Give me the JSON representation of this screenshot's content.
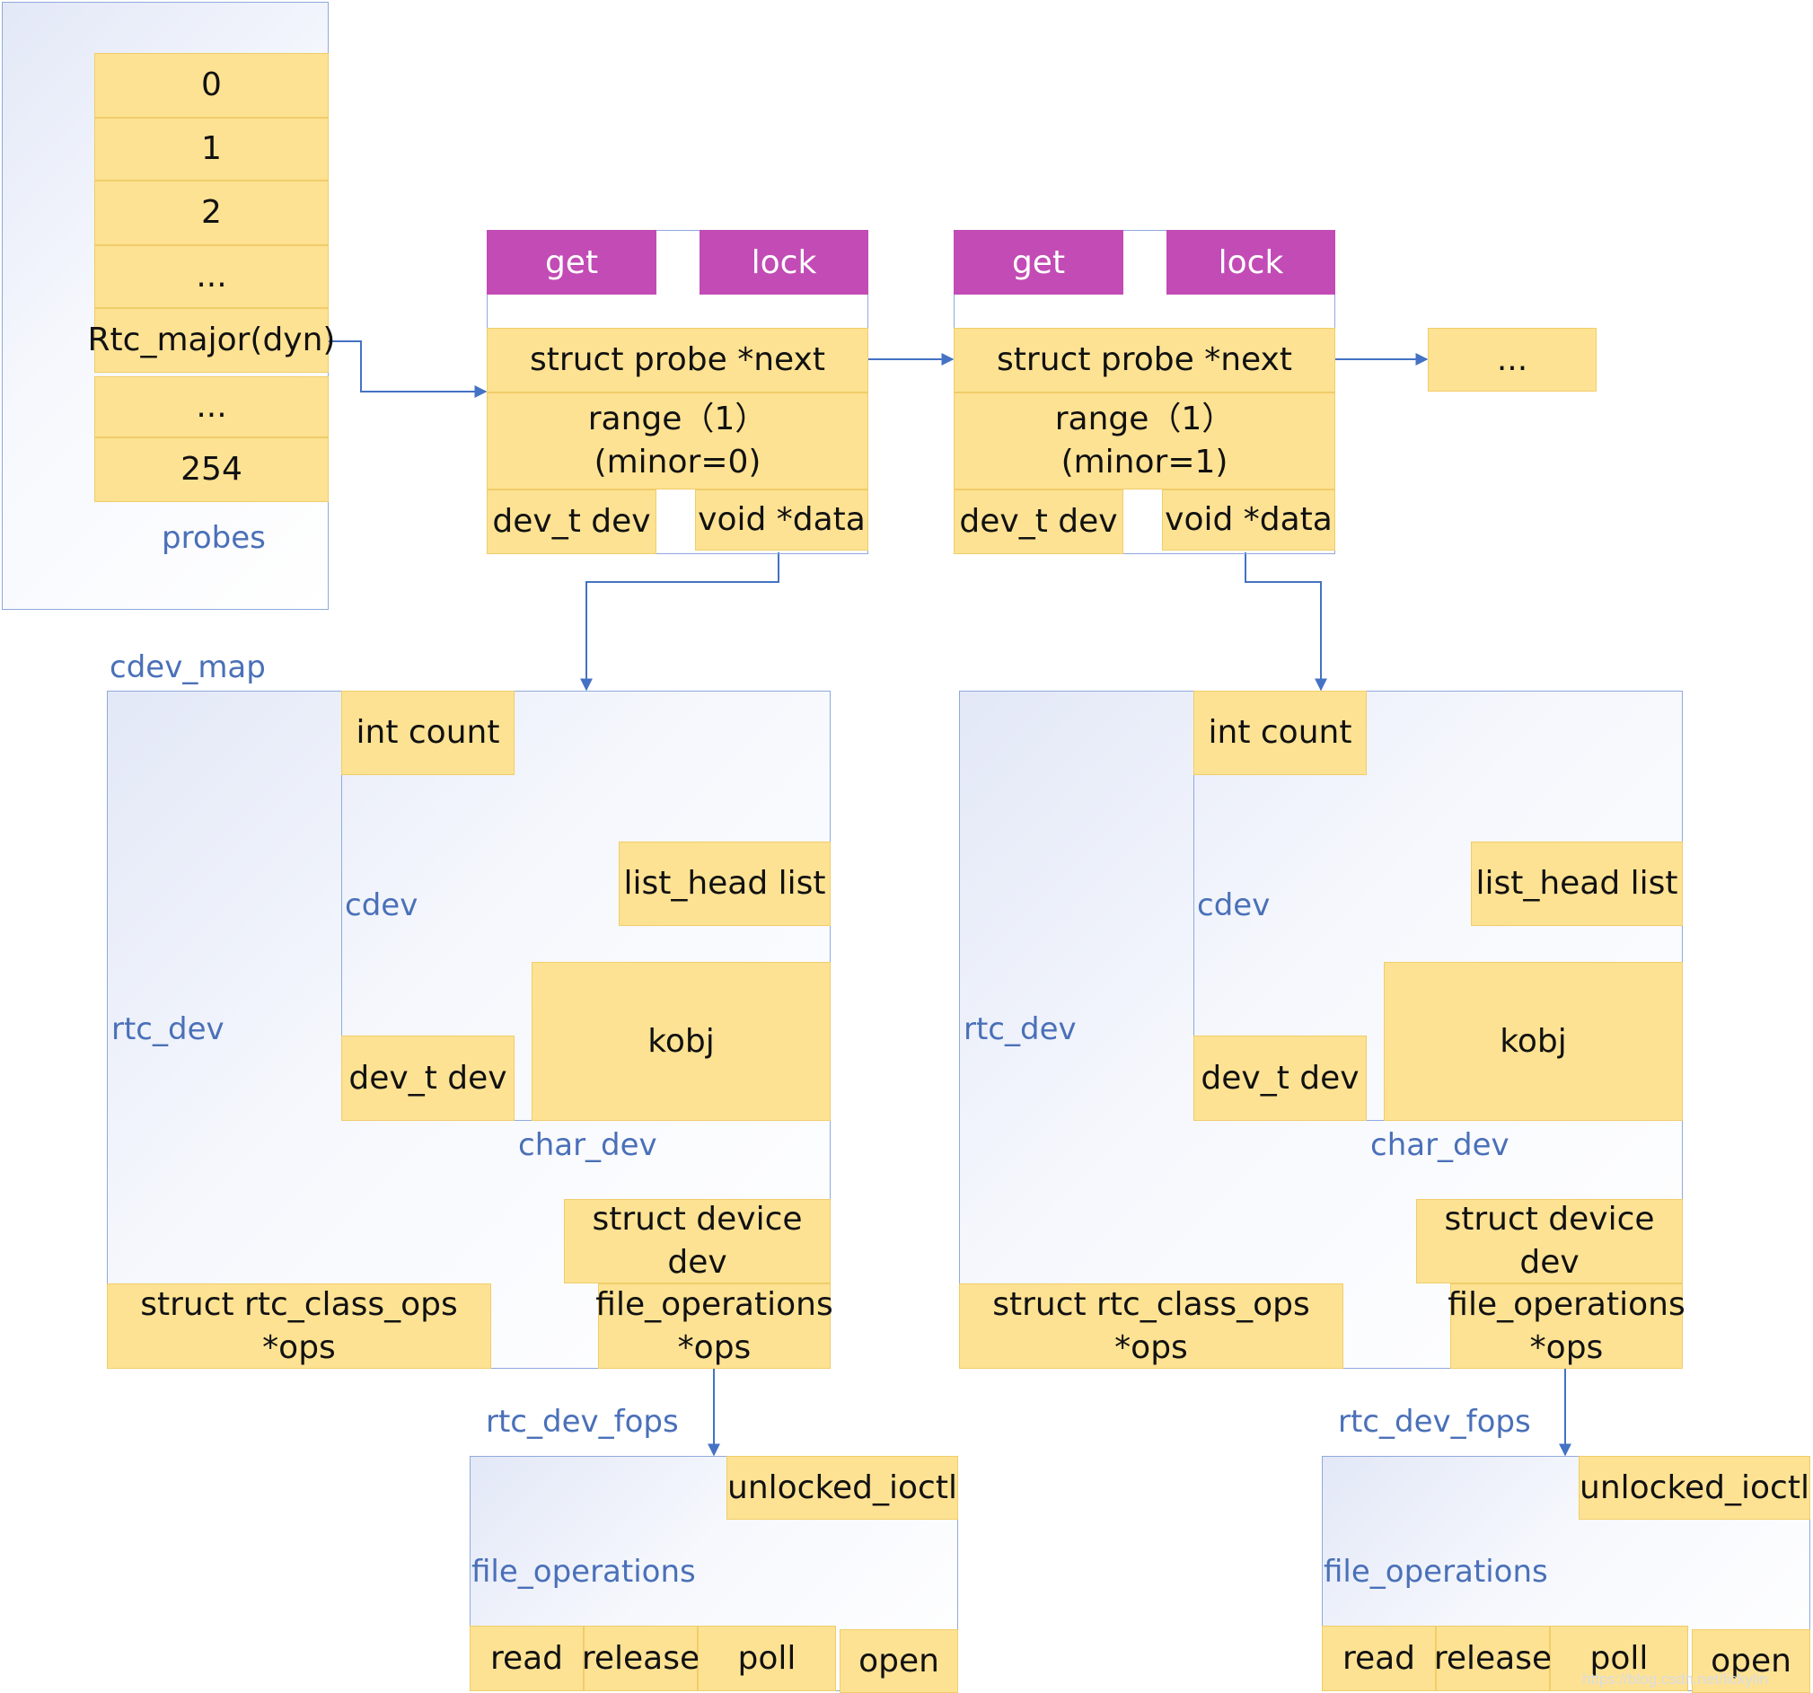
{
  "probes": {
    "label": "probes",
    "cells": [
      "0",
      "1",
      "2",
      "...",
      "Rtc_major(dyn)",
      "...",
      "254"
    ]
  },
  "probe_nodes": [
    {
      "get": "get",
      "lock": "lock",
      "next": "struct probe *next",
      "range": "range（1）\n(minor=0)",
      "dev": "dev_t dev",
      "data": "void *data"
    },
    {
      "get": "get",
      "lock": "lock",
      "next": "struct probe *next",
      "range": "range（1）\n(minor=1)",
      "dev": "dev_t dev",
      "data": "void *data"
    }
  ],
  "ellipsis_node": "...",
  "cdev_map_label": "cdev_map",
  "devices": [
    {
      "rtc_dev": "rtc_dev",
      "cdev": "cdev",
      "char_dev": "char_dev",
      "int_count": "int count",
      "list_head": "list_head list",
      "kobj": "kobj",
      "dev_t": "dev_t dev",
      "struct_device": "struct device dev",
      "file_ops_ptr": "file_operations\n*ops",
      "rtc_class_ops": "struct rtc_class_ops *ops",
      "fops_label": "rtc_dev_fops",
      "file_operations": "file_operations",
      "unlocked_ioctl": "unlocked_ioctl",
      "read": "read",
      "release": "release",
      "poll": "poll",
      "open": "open"
    },
    {
      "rtc_dev": "rtc_dev",
      "cdev": "cdev",
      "char_dev": "char_dev",
      "int_count": "int count",
      "list_head": "list_head list",
      "kobj": "kobj",
      "dev_t": "dev_t dev",
      "struct_device": "struct device dev",
      "file_ops_ptr": "file_operations\n*ops",
      "rtc_class_ops": "struct rtc_class_ops *ops",
      "fops_label": "rtc_dev_fops",
      "file_operations": "file_operations",
      "unlocked_ioctl": "unlocked_ioctl",
      "read": "read",
      "release": "release",
      "poll": "poll",
      "open": "open"
    }
  ],
  "watermark": "https://blog.csdn.net/lickylin",
  "colors": {
    "cell": "#fde293",
    "header": "#c24bb5",
    "line": "#4472c4",
    "label": "#4a70b8"
  }
}
